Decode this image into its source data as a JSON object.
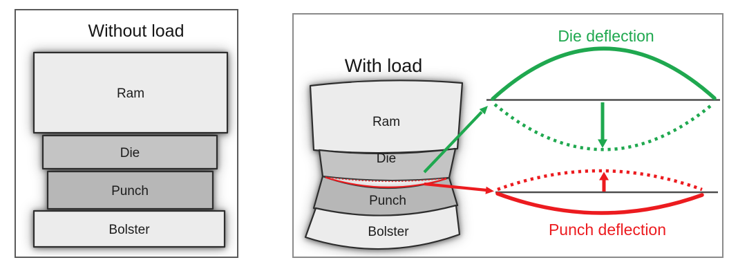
{
  "panels": {
    "without_load": {
      "title": "Without load",
      "blocks": [
        "Ram",
        "Die",
        "Punch",
        "Bolster"
      ]
    },
    "with_load": {
      "title": "With load",
      "blocks": [
        "Ram",
        "Die",
        "Punch",
        "Bolster"
      ],
      "die_deflection_label": "Die deflection",
      "punch_deflection_label": "Punch deflection"
    }
  },
  "colors": {
    "green": "#1fa84f",
    "red": "#ec1b1f",
    "baseline_gray": "#4d4d4d",
    "block_light": "#ececec",
    "block_medium": "#c4c4c4",
    "block_dark": "#b7b7b7"
  }
}
